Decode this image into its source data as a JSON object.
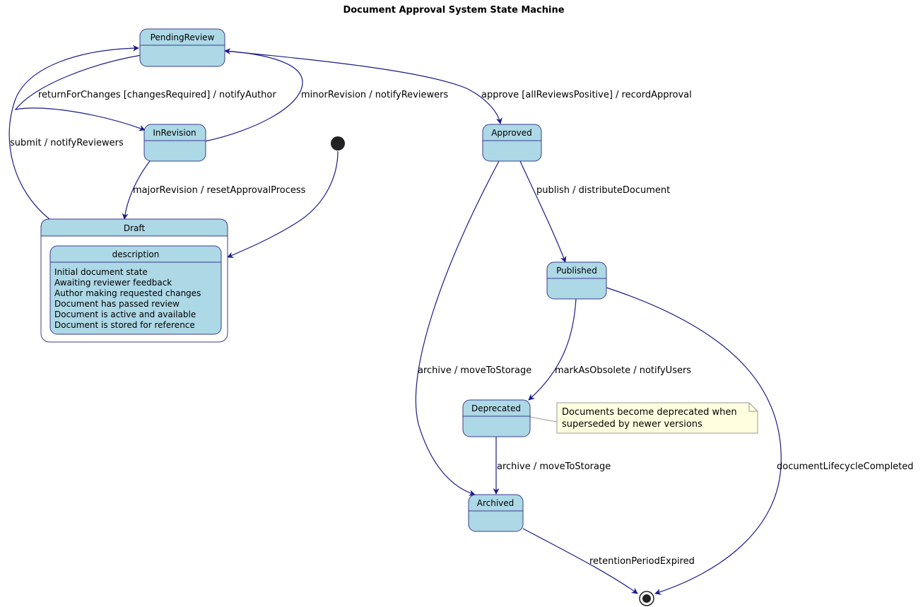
{
  "title": "Document Approval System State Machine",
  "colors": {
    "state_fill": "#ADD8E6",
    "state_border": "#3B3B8F",
    "edge": "#1A1A8C",
    "note_fill": "#FFFFE0"
  },
  "states": {
    "pending_review": "PendingReview",
    "in_revision": "InRevision",
    "draft": "Draft",
    "approved": "Approved",
    "published": "Published",
    "deprecated": "Deprecated",
    "archived": "Archived"
  },
  "draft_description": {
    "title": "description",
    "lines": [
      "Initial document state",
      "Awaiting reviewer feedback",
      "Author making requested changes",
      "Document has passed review",
      "Document is active and available",
      "Document is stored for reference"
    ]
  },
  "transitions": {
    "return_for_changes": "returnForChanges [changesRequired] / notifyAuthor",
    "minor_revision": "minorRevision / notifyReviewers",
    "submit": "submit / notifyReviewers",
    "major_revision": "majorRevision / resetApprovalProcess",
    "approve": "approve [allReviewsPositive] / recordApproval",
    "publish": "publish / distributeDocument",
    "archive_from_approved": "archive / moveToStorage",
    "mark_obsolete": "markAsObsolete / notifyUsers",
    "archive_from_deprecated": "archive / moveToStorage",
    "lifecycle_completed": "documentLifecycleCompleted",
    "retention_expired": "retentionPeriodExpired"
  },
  "note": {
    "line1": "Documents become deprecated when",
    "line2": "superseded by newer versions"
  }
}
